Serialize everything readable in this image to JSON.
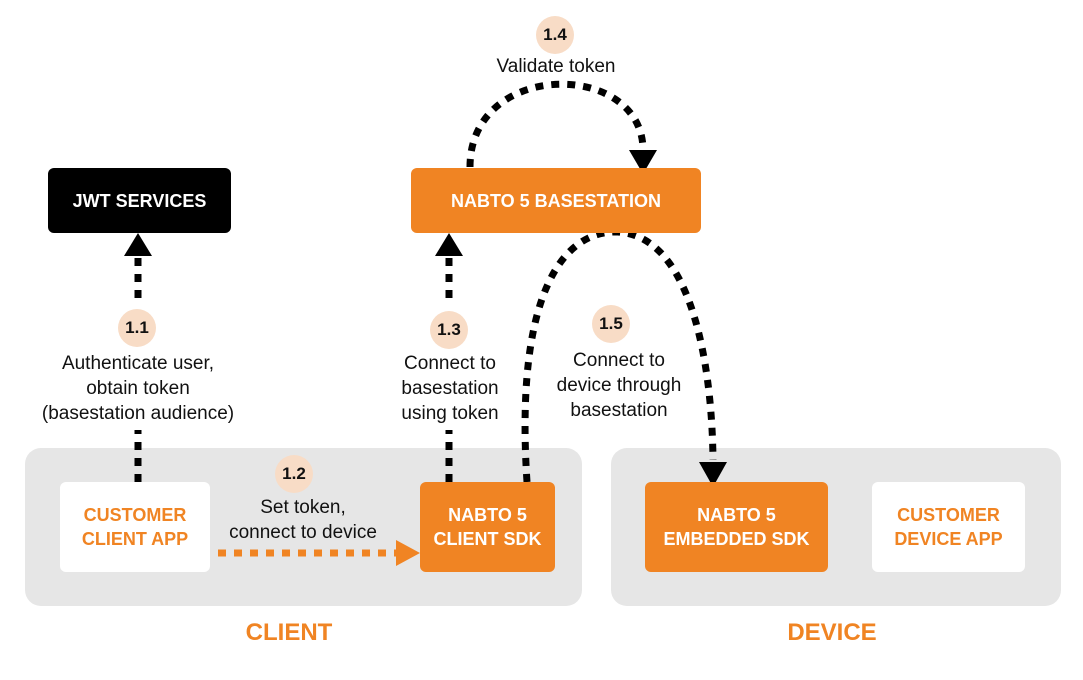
{
  "colors": {
    "accent": "#f08423",
    "badge": "#f8dcc6",
    "group_bg": "#e6e6e6",
    "black": "#000000"
  },
  "nodes": {
    "jwt_services": "JWT SERVICES",
    "basestation": "NABTO 5 BASESTATION",
    "customer_client_app": "CUSTOMER\nCLIENT APP",
    "client_sdk": "NABTO 5\nCLIENT SDK",
    "embedded_sdk": "NABTO 5\nEMBEDDED SDK",
    "customer_device_app": "CUSTOMER\nDEVICE APP"
  },
  "groups": {
    "client": "CLIENT",
    "device": "DEVICE"
  },
  "steps": [
    {
      "id": "1.1",
      "text": "Authenticate user,\nobtain token\n(basestation audience)"
    },
    {
      "id": "1.2",
      "text": "Set token,\nconnect to device"
    },
    {
      "id": "1.3",
      "text": "Connect to\nbasestation\nusing token"
    },
    {
      "id": "1.4",
      "text": "Validate token"
    },
    {
      "id": "1.5",
      "text": "Connect to\ndevice through\nbasestation"
    }
  ]
}
